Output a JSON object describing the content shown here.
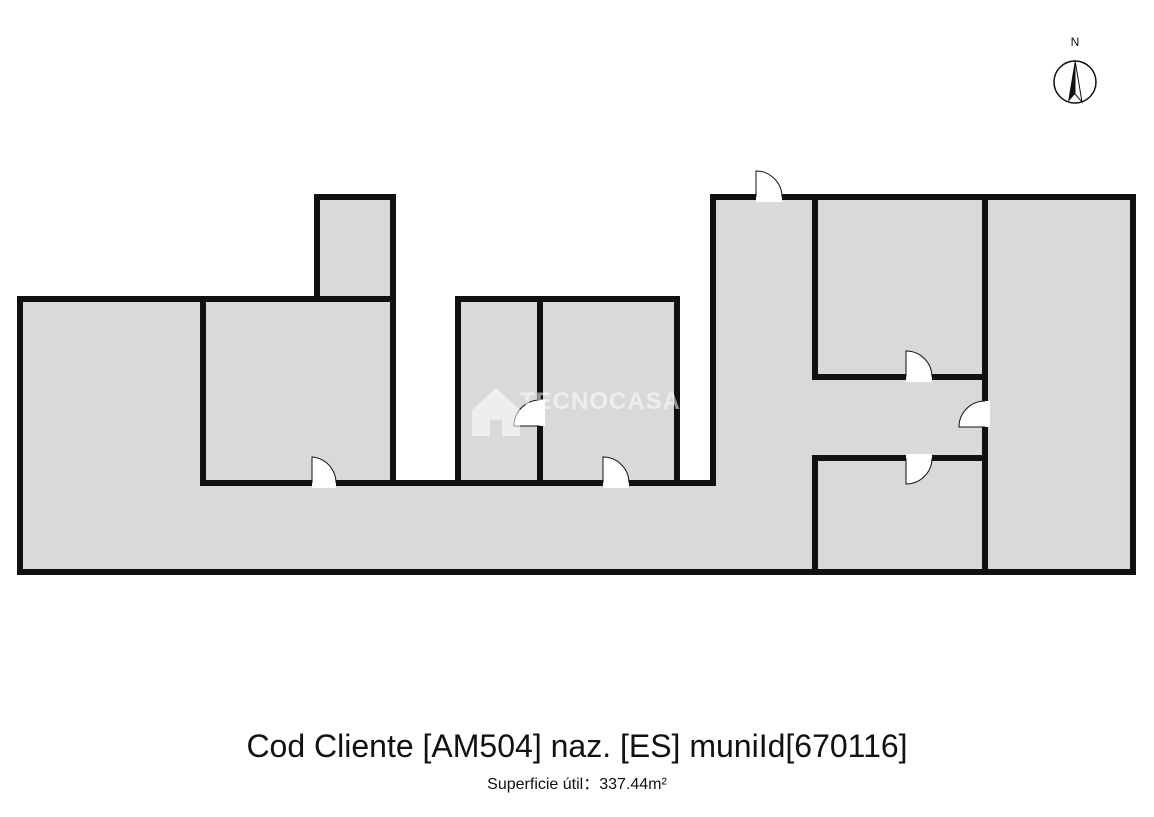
{
  "plan": {
    "title": "Cod Cliente [AM504] naz. [ES] muniId[670116]",
    "area_label": "Superficie útil：337.44m²",
    "north_label": "N",
    "watermark": "TECNOCASA",
    "colors": {
      "wall": "#111111",
      "floor": "#d9d9d9",
      "door": "#ffffff",
      "background": "#ffffff"
    }
  }
}
